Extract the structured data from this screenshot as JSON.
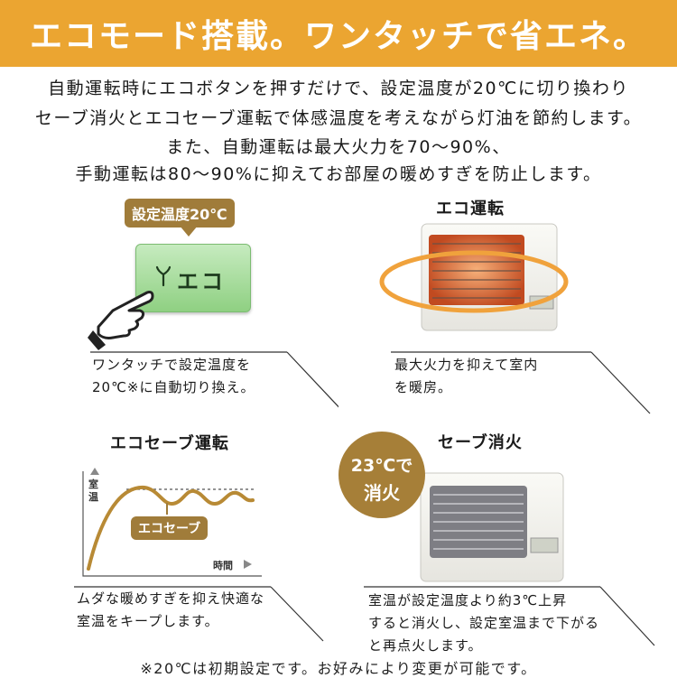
{
  "banner": {
    "title": "エコモード搭載。ワンタッチで省エネ。"
  },
  "intro": {
    "line1": "自動運転時にエコボタンを押すだけで、設定温度が20℃に切り換わり",
    "line2": "セーブ消火とエコセーブ運転で体感温度を考えながら灯油を節約します。",
    "line3": "また、自動運転は最大火力を70〜90%、",
    "line4": "手動運転は80〜90%に抑えてお部屋の暖めすぎを防止します。"
  },
  "panel_set_temp": {
    "badge": "設定温度20℃",
    "button_label": "エコ",
    "caption_line1": "ワンタッチで設定温度を",
    "caption_line2": "20℃※に自動切り換え。"
  },
  "panel_eco_run": {
    "heading": "エコ運転",
    "caption_line1": "最大火力を抑えて室内",
    "caption_line2": "を暖房。"
  },
  "panel_eco_save": {
    "heading": "エコセーブ運転",
    "y_label": "室温",
    "x_label": "時間",
    "curve_label": "エコセーブ",
    "caption_line1": "ムダな暖めすぎを抑え快適な",
    "caption_line2": "室温をキープします。"
  },
  "panel_save_off": {
    "heading": "セーブ消火",
    "circle_line1": "23℃で",
    "circle_line2": "消火",
    "caption_line1": "室温が設定温度より約3℃上昇",
    "caption_line2": "すると消火し、設定室温まで下がる",
    "caption_line3": "と再点火します。"
  },
  "footnote": "※20℃は初期設定です。お好みにより変更が可能です。",
  "colors": {
    "accent": "#eba531",
    "brown": "#a07c3a",
    "green_button": "#93d08c"
  },
  "icons": [
    "hand-pointer-icon",
    "sprout-icon",
    "arrow-up-icon",
    "arrow-right-icon"
  ]
}
